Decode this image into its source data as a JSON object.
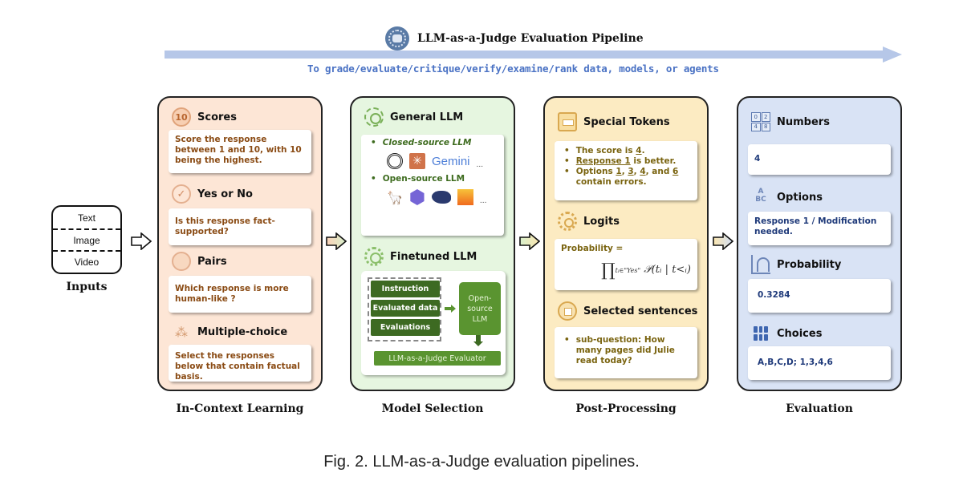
{
  "header": {
    "title": "LLM-as-a-Judge Evaluation Pipeline",
    "subtitle": "To grade/evaluate/critique/verify/examine/rank data, models, or agents",
    "icon": "robot-icon"
  },
  "inputs": {
    "items": [
      "Text",
      "Image",
      "Video"
    ],
    "label": "Inputs"
  },
  "panels": [
    {
      "label": "In-Context Learning",
      "color": "#fde6d6",
      "sections": [
        {
          "title": "Scores",
          "icon": "ten-badge-icon",
          "icon_text": "10",
          "text": "Score the response between 1 and 10, with 10 being the highest."
        },
        {
          "title": "Yes or No",
          "icon": "check-badge-icon",
          "text": "Is this response fact-supported?"
        },
        {
          "title": "Pairs",
          "icon": "pairs-icon",
          "text": "Which response is more human-like ?"
        },
        {
          "title": "Multiple-choice",
          "icon": "multiple-choice-icon",
          "text": "Select the responses below that contain factual basis."
        }
      ]
    },
    {
      "label": "Model Selection",
      "color": "#e6f6e0",
      "general": {
        "title": "General LLM",
        "closed_label": "Closed-source  LLM",
        "closed_logos": [
          "openai-logo-icon",
          "claude-logo-icon",
          "gemini-logo-icon"
        ],
        "gemini_text": "Gemini",
        "open_label": "Open-source LLM",
        "open_logos": [
          "llama-logo-icon",
          "qwen-logo-icon",
          "deepseek-logo-icon",
          "mistral-logo-icon"
        ],
        "ellipsis": "..."
      },
      "finetuned": {
        "title": "Finetuned LLM",
        "items": [
          "Instruction",
          "Evaluated data",
          "Evaluations"
        ],
        "model": "Open-source LLM",
        "evaluator": "LLM-as-a-Judge Evaluator"
      }
    },
    {
      "label": "Post-Processing",
      "color": "#fcebc2",
      "special_tokens": {
        "title": "Special Tokens",
        "line1_pre": "The score is ",
        "line1_u": "4",
        "line1_post": ".",
        "line2_u": "Response 1",
        "line2_post": " is better.",
        "line3_pre": "Options ",
        "line3_a": "1",
        "line3_b": "3",
        "line3_c": "4",
        "line3_and": ", and ",
        "line3_d": "6",
        "line3_sep": ", ",
        "line3_post": "contain errors."
      },
      "logits": {
        "title": "Logits",
        "label": "Probability =",
        "prod": "∏",
        "sub": "tᵢ∈\"Yes\"",
        "formula": "𝒫(tᵢ | t<ᵢ)"
      },
      "selected": {
        "title": "Selected sentences",
        "text": "sub-question: How many pages did Julie read today?"
      },
      "bullet": "•"
    },
    {
      "label": "Evaluation",
      "color": "#d9e3f5",
      "sections": [
        {
          "title": "Numbers",
          "icon": "numbers-icon",
          "icon_digits": [
            "0",
            "2",
            "4",
            "8"
          ],
          "value": "4"
        },
        {
          "title": "Options",
          "icon": "abc-options-icon",
          "icon_text": "A BC",
          "value": "Response 1 / Modification needed."
        },
        {
          "title": "Probability",
          "icon": "distribution-icon",
          "value": "0.3284"
        },
        {
          "title": "Choices",
          "icon": "grid-choice-icon",
          "value": "A,B,C,D; 1,3,4,6"
        }
      ]
    }
  ],
  "caption": "Fig. 2.  LLM-as-a-Judge evaluation pipelines."
}
